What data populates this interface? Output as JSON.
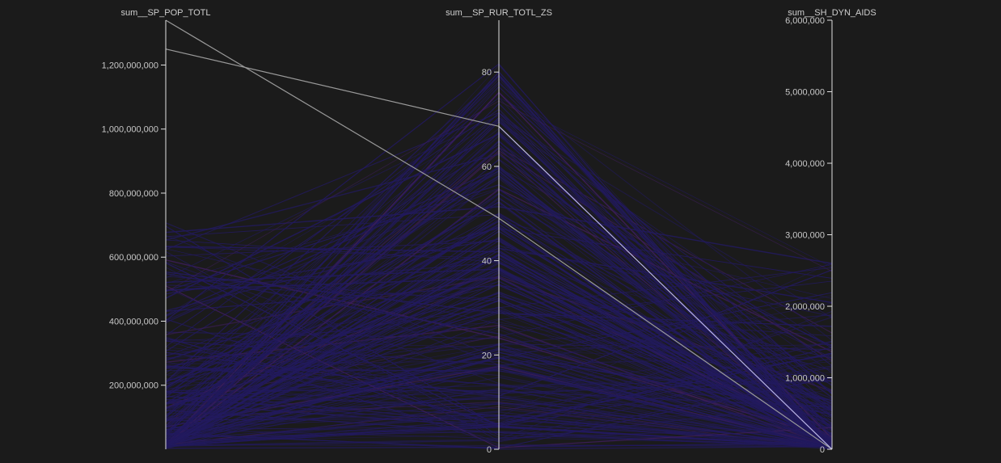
{
  "chart_data": {
    "type": "parallel_coordinates",
    "axes": [
      {
        "key": "pop",
        "label": "sum__SP_POP_TOTL",
        "range": [
          0,
          1340000000
        ],
        "ticks": [
          200000000,
          400000000,
          600000000,
          800000000,
          1000000000,
          1200000000
        ],
        "tick_labels": [
          "200,000,000",
          "400,000,000",
          "600,000,000",
          "800,000,000",
          "1,000,000,000",
          "1,200,000,000"
        ]
      },
      {
        "key": "rur",
        "label": "sum__SP_RUR_TOTL_ZS",
        "range": [
          0,
          91
        ],
        "ticks": [
          0,
          20,
          40,
          60,
          80
        ],
        "tick_labels": [
          "0",
          "20",
          "40",
          "60",
          "80"
        ]
      },
      {
        "key": "aids",
        "label": "sum__SH_DYN_AIDS",
        "range": [
          0,
          6000000
        ],
        "ticks": [
          0,
          1000000,
          2000000,
          3000000,
          4000000,
          5000000,
          6000000
        ],
        "tick_labels": [
          "0",
          "1,000,000",
          "2,000,000",
          "3,000,000",
          "4,000,000",
          "5,000,000",
          "6,000,000"
        ]
      }
    ],
    "highlighted_lines": [
      {
        "pop": 1340000000,
        "rur": 49,
        "aids": 0
      },
      {
        "pop": 1250000000,
        "rur": 68.5,
        "aids": 0
      }
    ],
    "background_lines_note_color": "#2a1f66",
    "colors": {
      "background": "#1b1b1b",
      "axis": "#e0e0e0",
      "highlight": "#9a9a9a",
      "highlight_right": "#b9b4e6",
      "dense_lines": "#221a5e",
      "accent_lines": "#3d1e5a"
    }
  }
}
